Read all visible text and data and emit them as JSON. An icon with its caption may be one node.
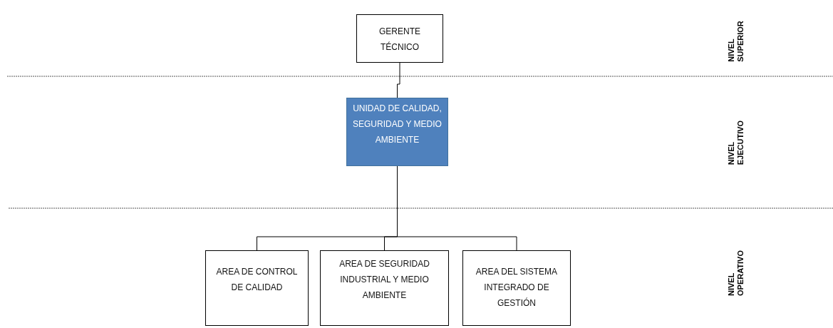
{
  "diagram": {
    "nodes": [
      {
        "text": [
          "GERENTE TÉCNICO"
        ]
      },
      {
        "text": [
          "UNIDAD DE CALIDAD, SEGURIDAD Y MEDIO AMBIENTE"
        ]
      },
      {
        "text": [
          "AREA DE CONTROL DE CALIDAD"
        ]
      },
      {
        "text": [
          "AREA DE SEGURIDAD INDUSTRIAL Y MEDIO AMBIENTE"
        ]
      },
      {
        "text": [
          "AREA DEL SISTEMA INTEGRADO DE GESTIÓN"
        ]
      }
    ],
    "edges": [
      {
        "from": 0,
        "to": 1,
        "arrow": "none"
      },
      {
        "from": 1,
        "to": 2,
        "arrow": "none"
      },
      {
        "from": 1,
        "to": 3,
        "arrow": "none"
      },
      {
        "from": 1,
        "to": 4,
        "arrow": "none"
      }
    ],
    "labels": [
      "NIVEL SUPERIOR",
      "NIVEL EJECUTIVO",
      "NIVEL OPERATIVO"
    ]
  }
}
